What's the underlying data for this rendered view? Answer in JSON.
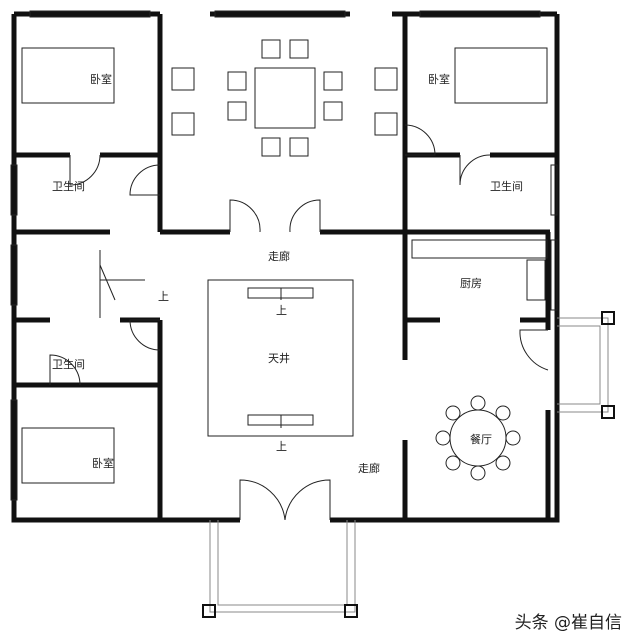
{
  "rooms": {
    "bedroom": "卧室",
    "bathroom": "卫生间",
    "corridor": "走廊",
    "courtyard": "天井",
    "kitchen": "厨房",
    "dining": "餐厅",
    "up": "上"
  },
  "credit": "头条 @崔自信"
}
